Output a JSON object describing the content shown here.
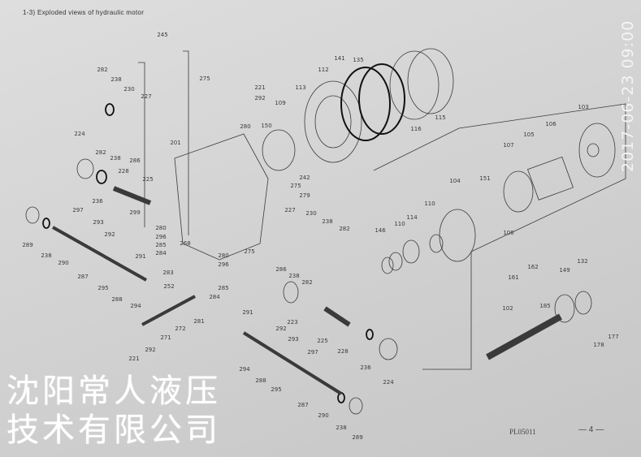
{
  "title": "1-3) Exploded views of hydraulic motor",
  "part_labels": [
    "245",
    "282",
    "238",
    "230",
    "227",
    "275",
    "221",
    "292",
    "280",
    "150",
    "109",
    "113",
    "112",
    "141",
    "135",
    "116",
    "115",
    "103",
    "106",
    "105",
    "107",
    "104",
    "151",
    "110",
    "114",
    "110",
    "146",
    "108",
    "201",
    "224",
    "282",
    "238",
    "286",
    "228",
    "225",
    "236",
    "242",
    "275",
    "279",
    "227",
    "230",
    "238",
    "282",
    "299",
    "289",
    "238",
    "290",
    "297",
    "293",
    "292",
    "287",
    "295",
    "288",
    "294",
    "291",
    "280",
    "296",
    "285",
    "284",
    "268",
    "283",
    "252",
    "280",
    "296",
    "285",
    "284",
    "275",
    "286",
    "238",
    "282",
    "223",
    "281",
    "272",
    "271",
    "292",
    "221",
    "291",
    "294",
    "288",
    "292",
    "293",
    "295",
    "297",
    "287",
    "290",
    "225",
    "228",
    "236",
    "224",
    "238",
    "289",
    "162",
    "161",
    "149",
    "132",
    "102",
    "185",
    "178",
    "177"
  ],
  "drawing_code": "PL05011",
  "page_number": "— 4 —",
  "timestamp": "2017-06-23 09:00",
  "watermark": "沈阳常人液压技术有限公司",
  "colors": {
    "paper": "#d3d3d3",
    "ink": "#3a3a3a",
    "watermark": "#ffffff"
  }
}
